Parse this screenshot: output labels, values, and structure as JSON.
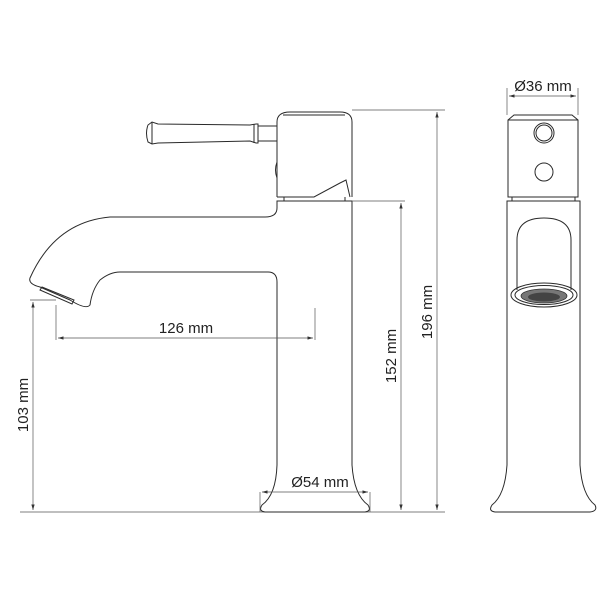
{
  "drawing": {
    "dimensions": {
      "total_height": "196 mm",
      "body_height": "152 mm",
      "spout_height": "103 mm",
      "spout_reach": "126 mm",
      "base_diameter": "Ø54 mm",
      "head_diameter": "Ø36 mm"
    }
  }
}
